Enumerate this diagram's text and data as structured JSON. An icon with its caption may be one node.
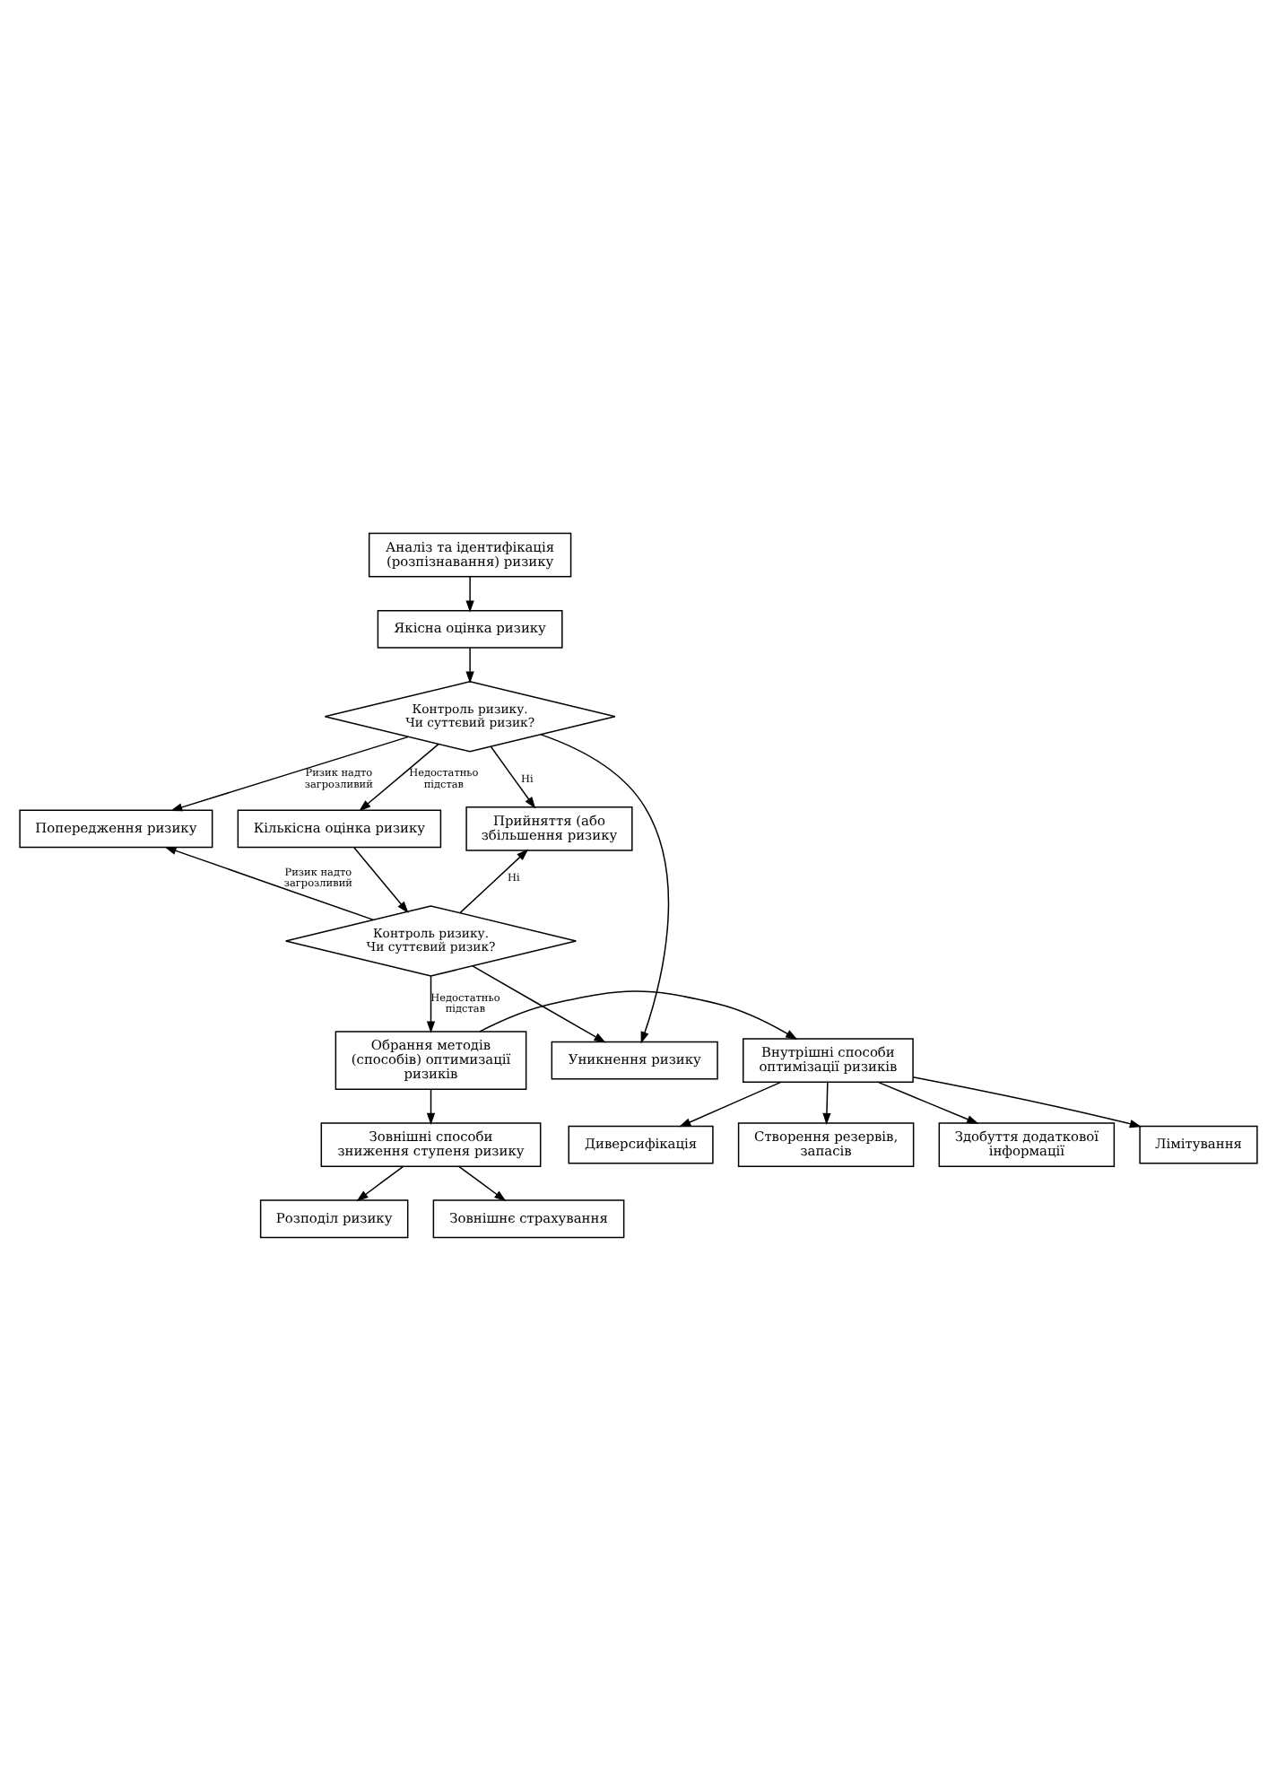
{
  "diagram": {
    "nodes": [
      {
        "text": [
          "Аналіз та ідентифікація (розпізнавання) ризику"
        ]
      },
      {
        "text": [
          "Якісна оцінка ризику"
        ]
      },
      {
        "text": [
          "Контроль ризику.",
          "Чи суттєвий ризик?"
        ]
      },
      {
        "text": [
          "Попередження ризику"
        ]
      },
      {
        "text": [
          "Кількісна оцінка ризику"
        ]
      },
      {
        "text": [
          "Прийняття (або збільшення ризику"
        ]
      },
      {
        "text": [
          "Уникнення ризику"
        ]
      },
      {
        "text": [
          "Контроль ризику.",
          "Чи суттєвий ризик?"
        ]
      },
      {
        "text": [
          "Обрання методів (способів) оптимизації ризиків"
        ]
      },
      {
        "text": [
          "Внутрішні способи оптимізації ризиків"
        ]
      },
      {
        "text": [
          "Зовнішні способи зниження ступеня ризику"
        ]
      },
      {
        "text": [
          "Лімітування"
        ]
      },
      {
        "text": [
          "Диверсифікація"
        ]
      },
      {
        "text": [
          "Розподіл ризику"
        ]
      },
      {
        "text": [
          "Створення резервів, запасів"
        ]
      },
      {
        "text": [
          "Зовнішнє страхування"
        ]
      },
      {
        "text": [
          "Здобуття додаткової інформації"
        ]
      }
    ],
    "edges": [
      {
        "from": 0,
        "to": 1,
        "arrow": "to"
      },
      {
        "from": 1,
        "to": 2,
        "arrow": "to"
      },
      {
        "from": 2,
        "to": 3,
        "arrow": "to",
        "label": "Ризик надто загрозливий"
      },
      {
        "from": 2,
        "to": 6,
        "arrow": "to"
      },
      {
        "from": 2,
        "to": 4,
        "arrow": "to",
        "label": "Недостатньо підстав"
      },
      {
        "from": 2,
        "to": 5,
        "arrow": "to",
        "label": "Ні"
      },
      {
        "from": 4,
        "to": 7,
        "arrow": "to"
      },
      {
        "from": 7,
        "to": 3,
        "arrow": "to",
        "label": "Ризик надто загрозливий"
      },
      {
        "from": 7,
        "to": 6,
        "arrow": "to"
      },
      {
        "from": 7,
        "to": 5,
        "arrow": "to",
        "label": "Ні"
      },
      {
        "from": 7,
        "to": 8,
        "arrow": "to",
        "label": "Недостатньо підстав"
      },
      {
        "from": 8,
        "to": 10,
        "arrow": "to"
      },
      {
        "from": 8,
        "to": 9,
        "arrow": "to"
      },
      {
        "from": 10,
        "to": 13,
        "arrow": "to"
      },
      {
        "from": 10,
        "to": 15,
        "arrow": "to"
      },
      {
        "from": 9,
        "to": 11,
        "arrow": "to"
      },
      {
        "from": 9,
        "to": 12,
        "arrow": "to"
      },
      {
        "from": 9,
        "to": 14,
        "arrow": "to"
      },
      {
        "from": 9,
        "to": 16,
        "arrow": "to"
      }
    ]
  }
}
